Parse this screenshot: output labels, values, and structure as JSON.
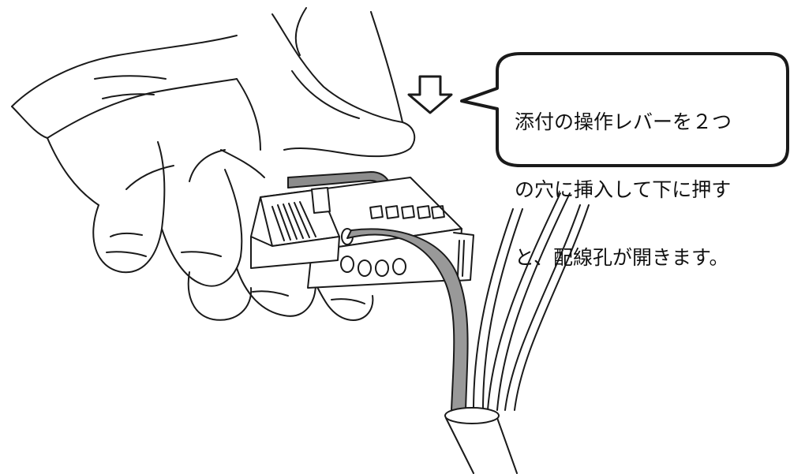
{
  "callout": {
    "lines": [
      "添付の操作レバーを２つ",
      "の穴に挿入して下に押す",
      "と、配線孔が開きます。"
    ]
  },
  "icons": {
    "arrow": "down-arrow-icon",
    "hand": "hand-illustration",
    "connector": "wire-connector-illustration",
    "lever": "operating-lever-illustration",
    "cable": "cable-illustration"
  },
  "colors": {
    "line": "#1a1a1a",
    "lever_fill": "#8c8c8c",
    "wire_fill": "#999999",
    "background": "#ffffff"
  }
}
